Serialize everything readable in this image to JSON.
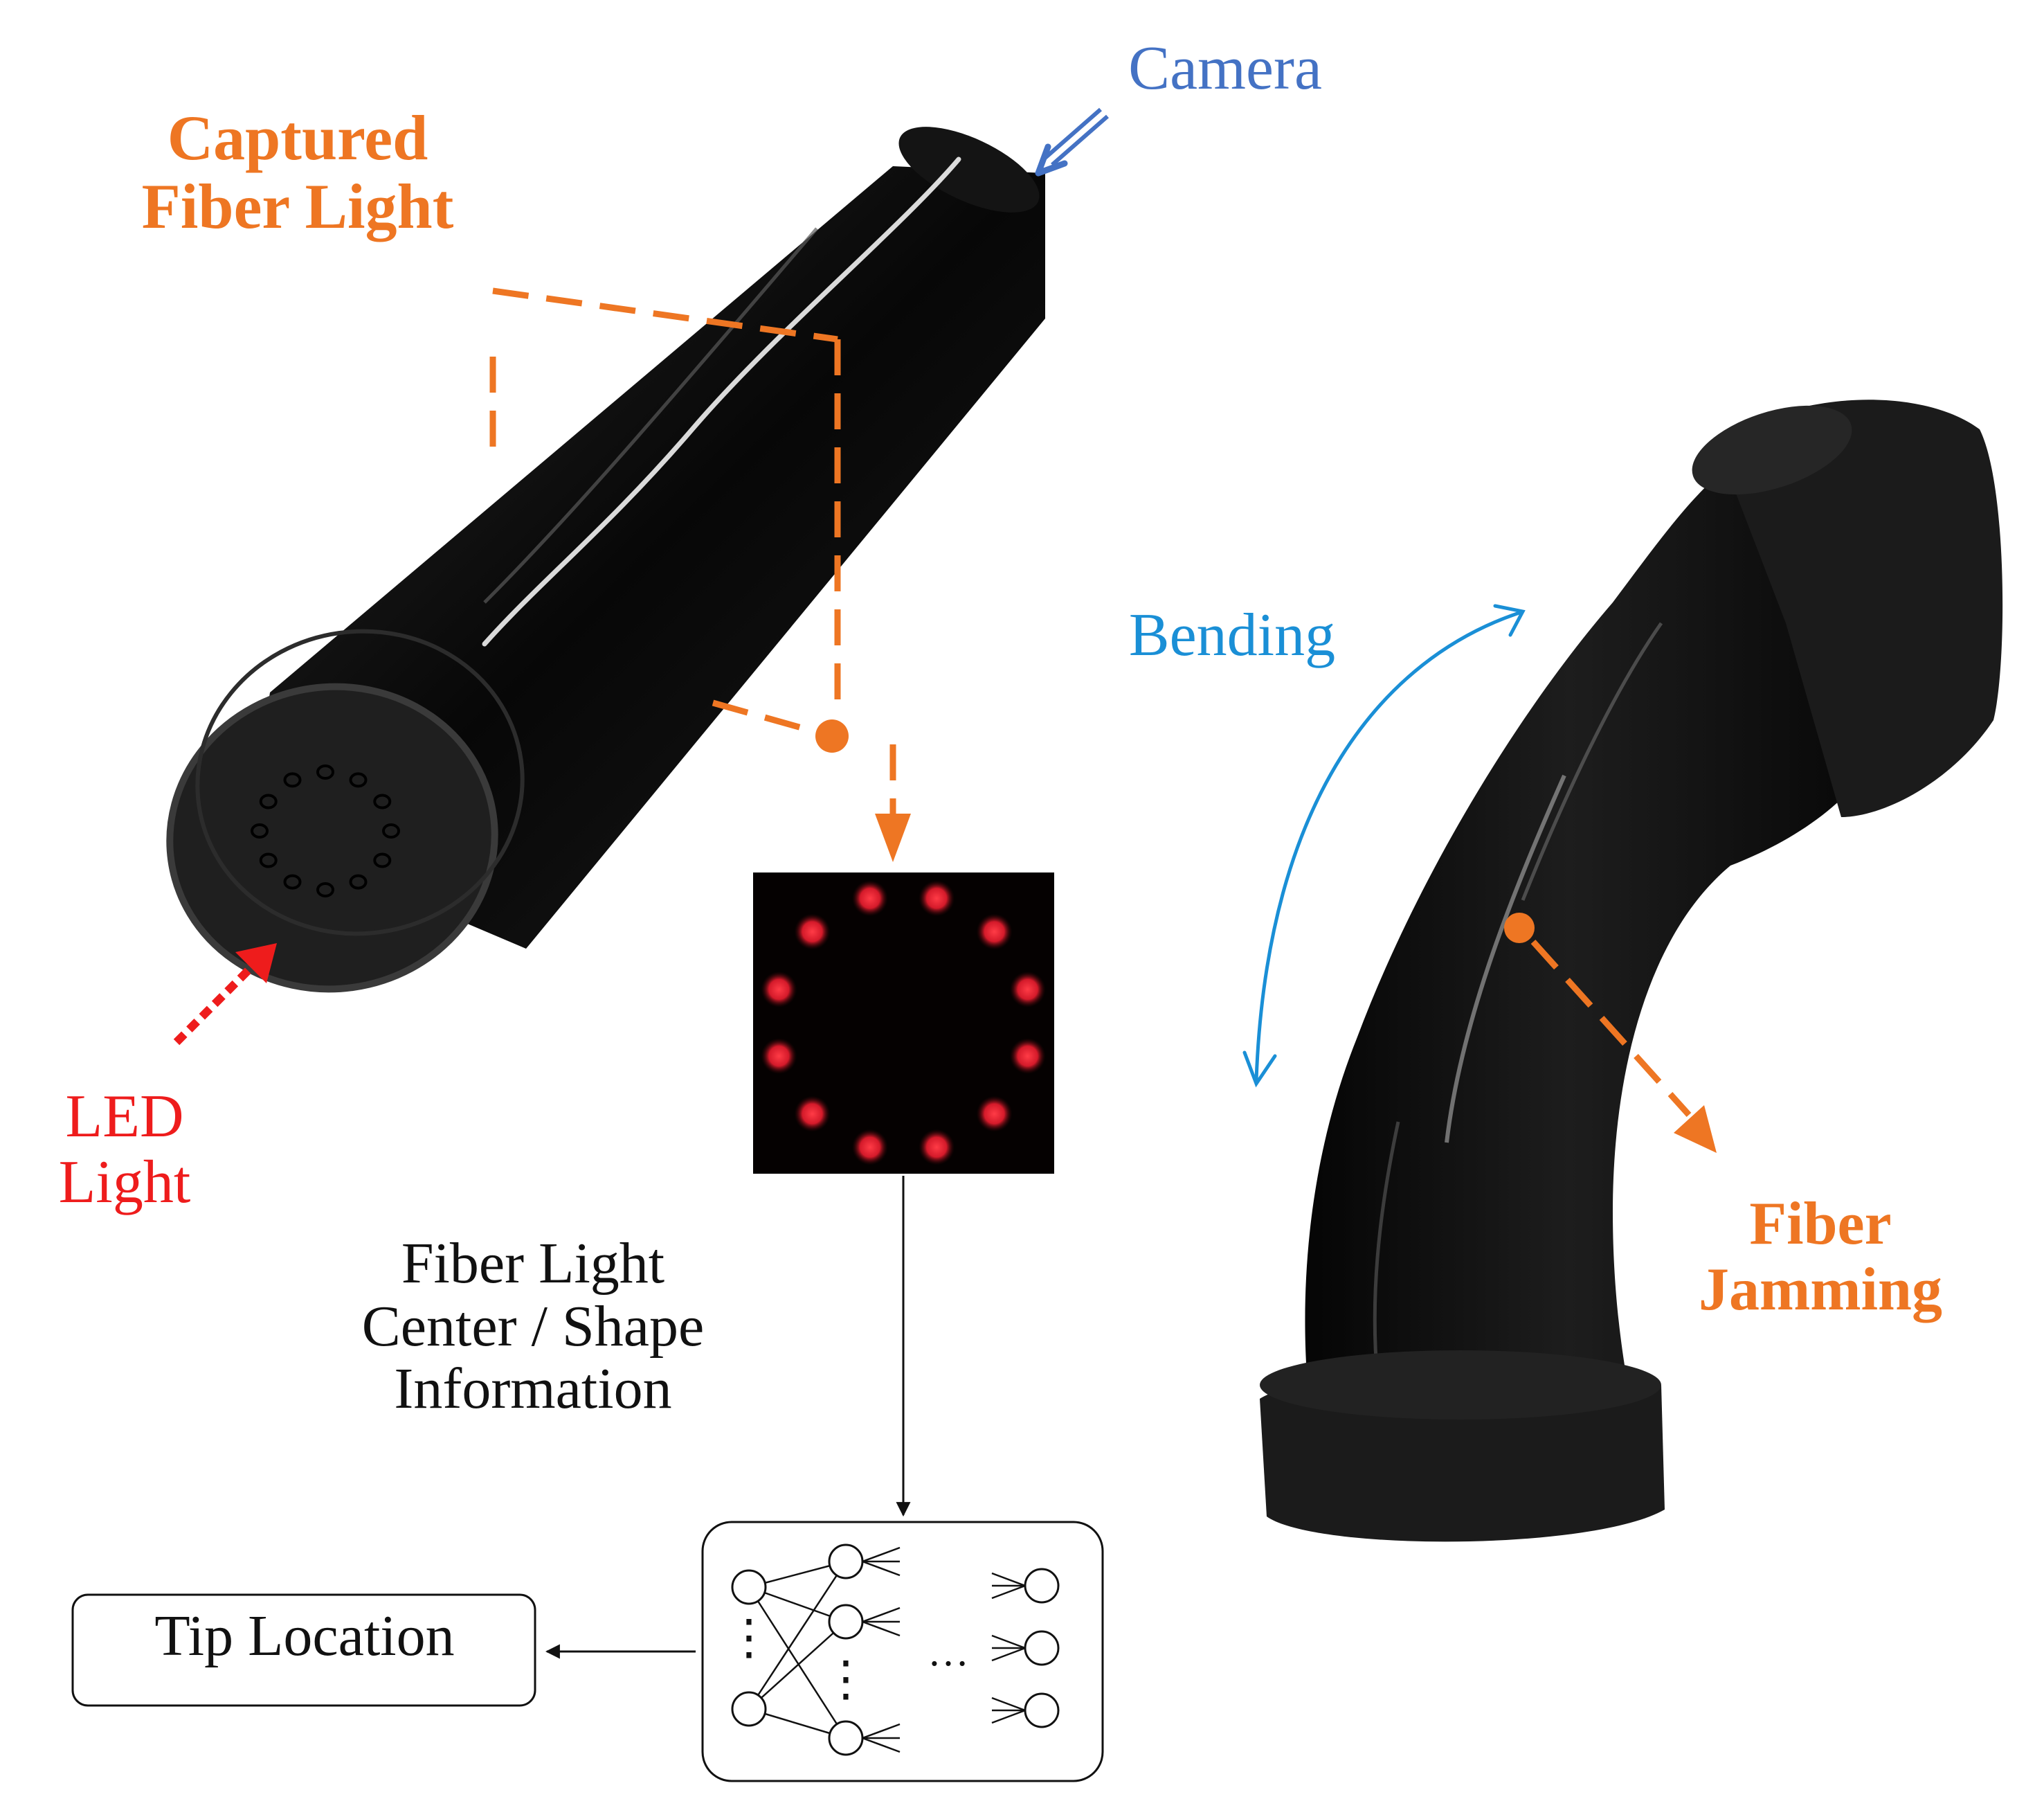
{
  "labels": {
    "captured_fiber_light": [
      "Captured",
      "Fiber Light"
    ],
    "camera": "Camera",
    "bending": "Bending",
    "led_light": [
      "LED",
      "Light"
    ],
    "fiber_info": [
      "Fiber Light",
      "Center / Shape",
      "Information"
    ],
    "fiber_jamming": [
      "Fiber",
      "Jamming"
    ],
    "tip_location": "Tip Location"
  },
  "network": {
    "ellipsis_vertical": "⋮",
    "ellipsis_horizontal": "…"
  },
  "colors": {
    "orange": "#EE7623",
    "camera_blue": "#4472C4",
    "bending_blue": "#1A8FD6",
    "led_red": "#EE1C1C",
    "black": "#0b0b0b",
    "fiber_dot_red": "#D41A2A"
  }
}
